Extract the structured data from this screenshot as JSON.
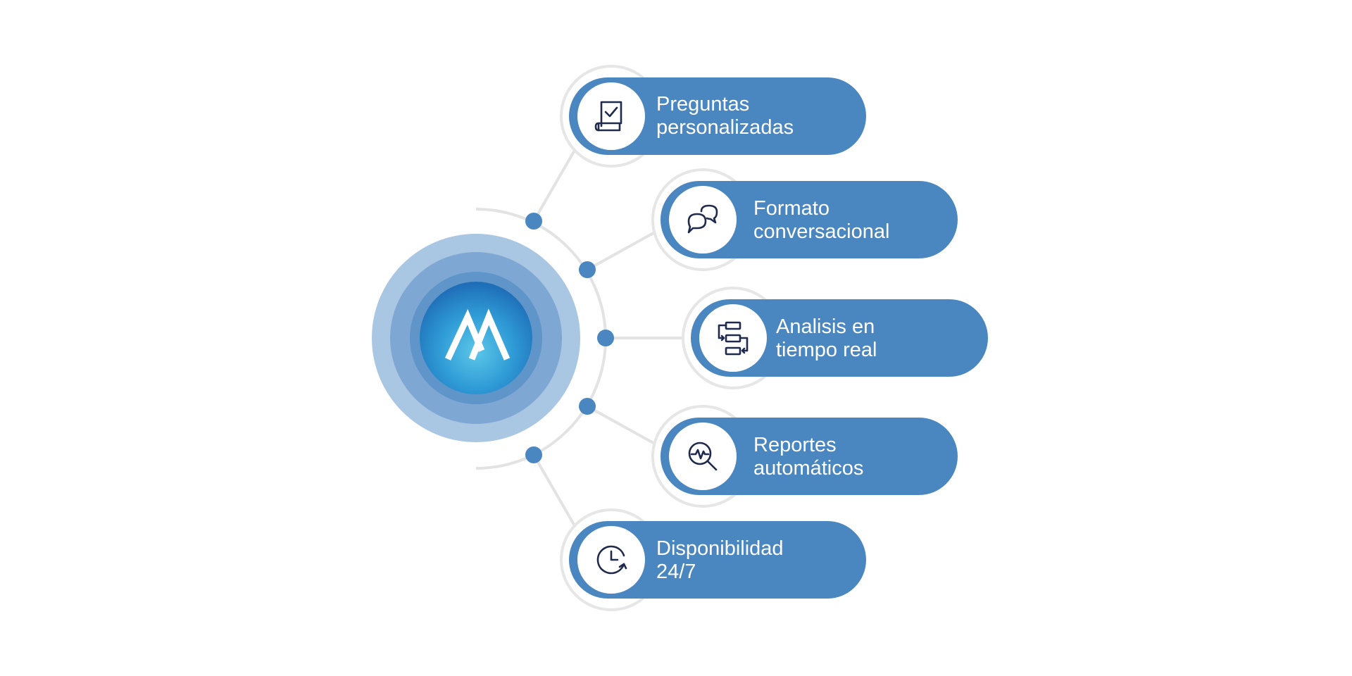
{
  "colors": {
    "pill": "#4a86c0",
    "dot": "#4a86c0",
    "line": "#e3e3e3",
    "icon_stroke": "#1f2a4d",
    "hub_inner": "#2f9bd6",
    "hub_glow": "#a9c6e3"
  },
  "hub": {
    "logo": "stylized-m-logo-icon"
  },
  "items": [
    {
      "line1": "Preguntas",
      "line2": "personalizadas",
      "icon": "checklist-document-icon"
    },
    {
      "line1": "Formato",
      "line2": "conversacional",
      "icon": "chat-bubbles-icon"
    },
    {
      "line1": "Analisis en",
      "line2": "tiempo real",
      "icon": "flowchart-icon"
    },
    {
      "line1": "Reportes",
      "line2": "automáticos",
      "icon": "magnifier-chart-icon"
    },
    {
      "line1": "Disponibilidad",
      "line2": "24/7",
      "icon": "clock-refresh-icon"
    }
  ]
}
